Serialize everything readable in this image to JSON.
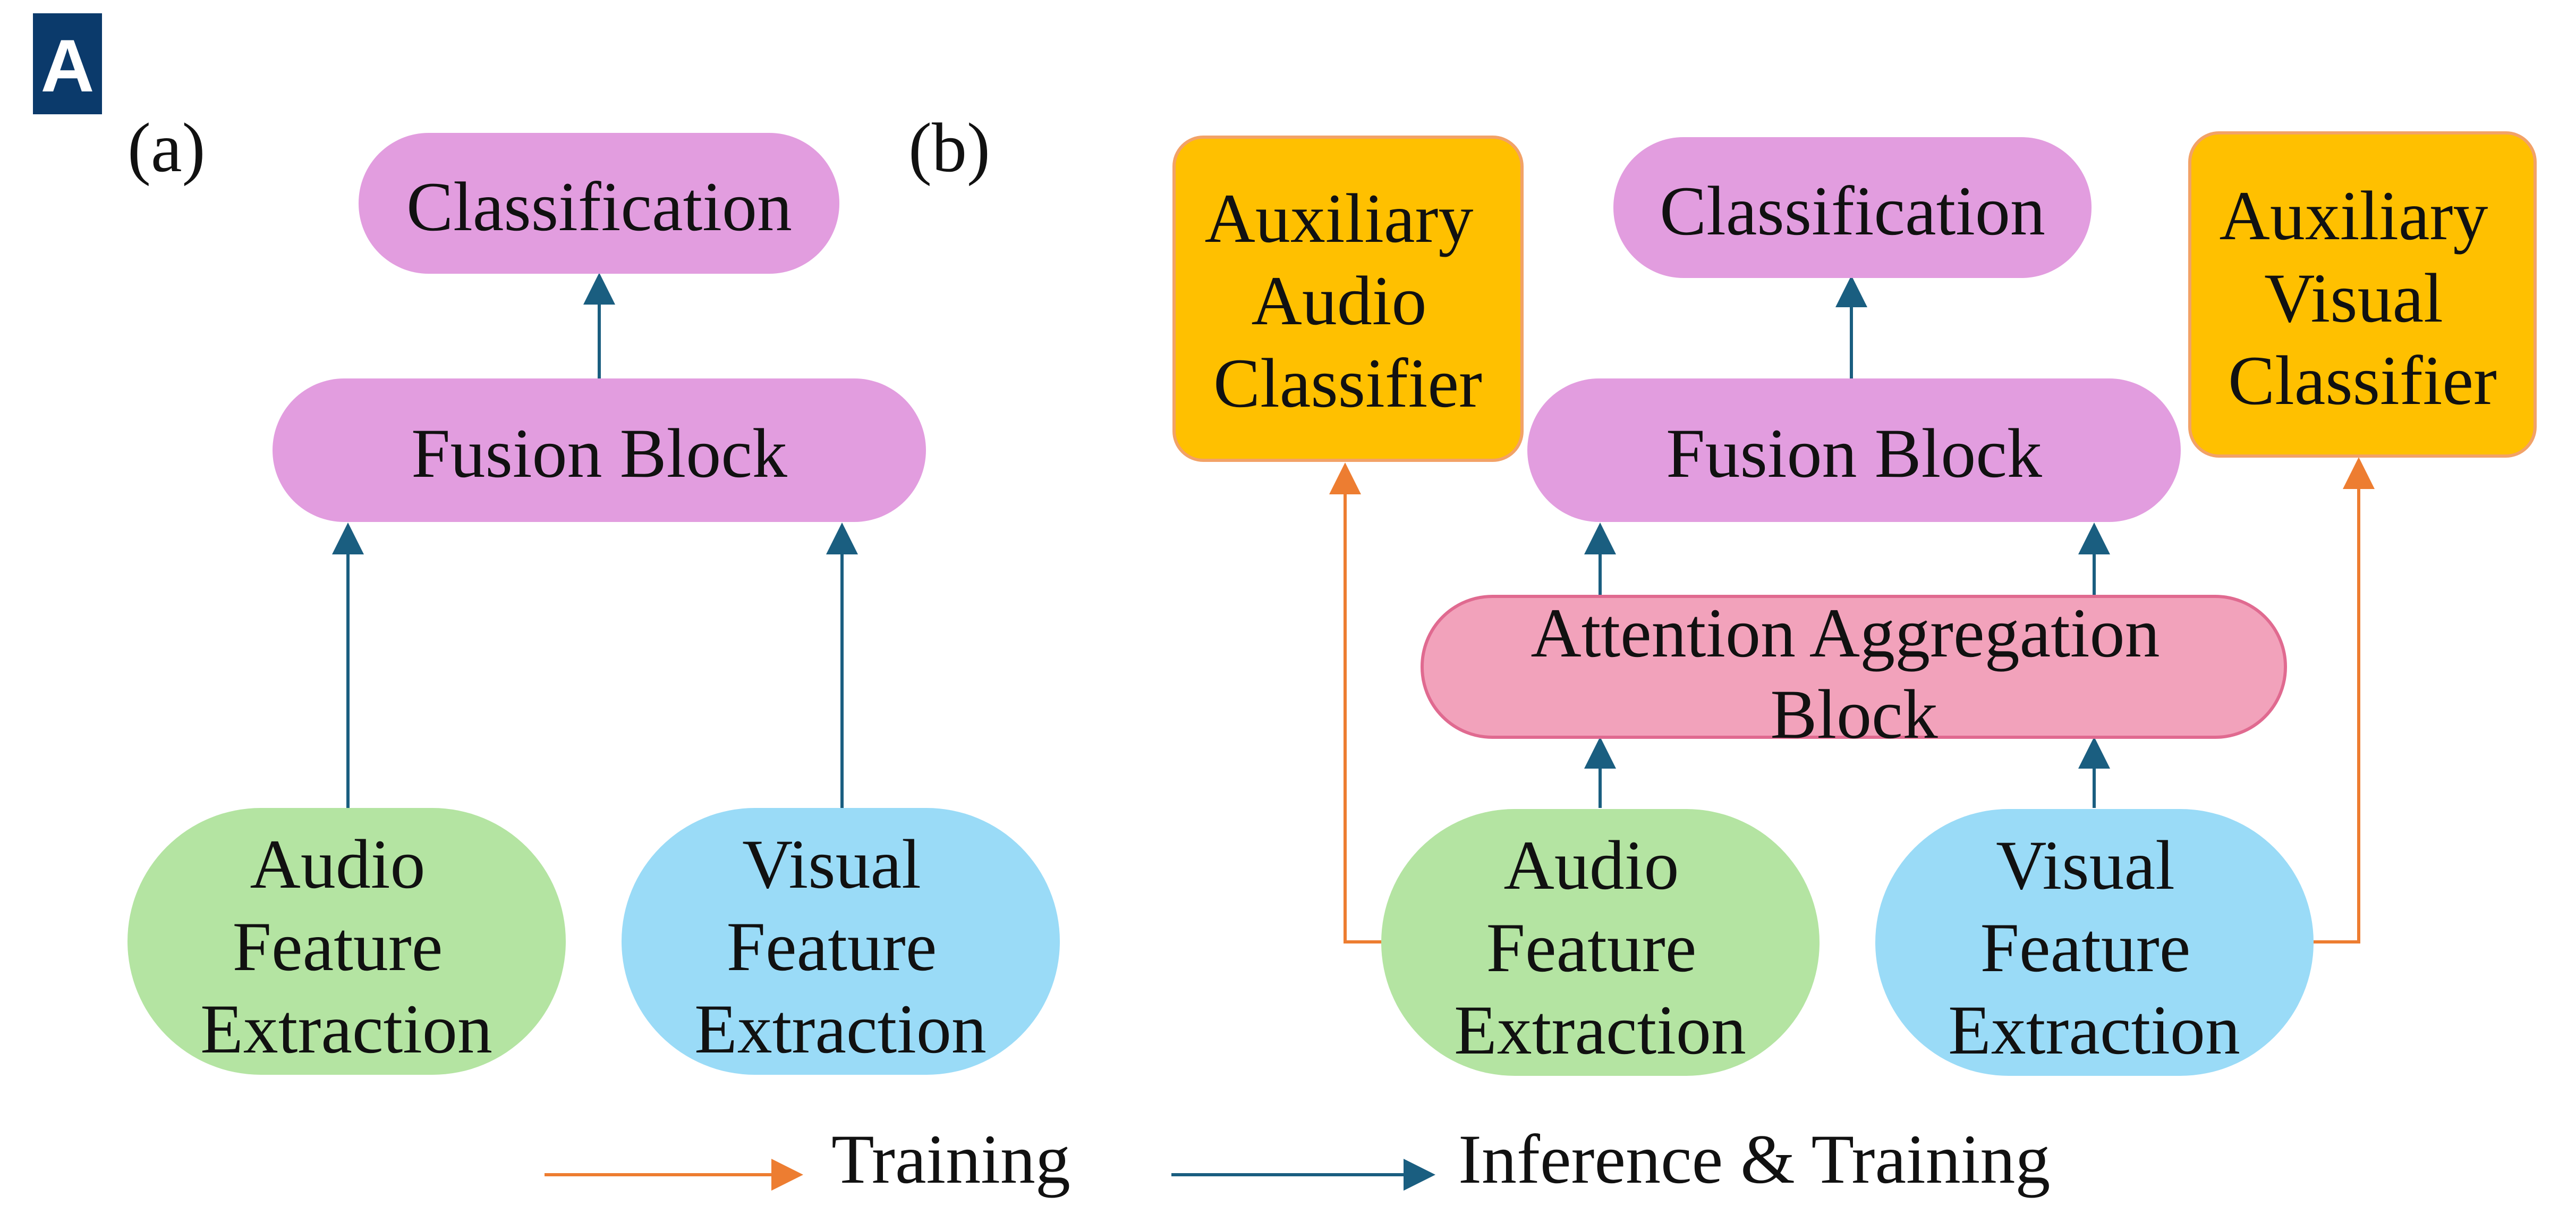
{
  "badge": {
    "letter": "A",
    "color": "#0b3a6b"
  },
  "colors": {
    "classification": "#e29ddf",
    "fusion": "#e29ddf",
    "attention": "#f2a2bb",
    "attention_border": "#e06a90",
    "audio": "#b4e4a2",
    "visual": "#9adbf7",
    "auxiliary": "#ffc000",
    "auxiliary_border": "#f2a267",
    "training_arrow": "#ed7d31",
    "inference_arrow": "#1a5e80"
  },
  "panel_a": {
    "label": "(a)",
    "classification": "Classification",
    "fusion": "Fusion Block",
    "audio": [
      "Audio",
      "Feature",
      "Extraction"
    ],
    "visual": [
      "Visual",
      "Feature",
      "Extraction"
    ]
  },
  "panel_b": {
    "label": "(b)",
    "aux_audio": [
      "Auxiliary",
      "Audio",
      "Classifier"
    ],
    "classification": "Classification",
    "aux_visual": [
      "Auxiliary",
      "Visual",
      "Classifier"
    ],
    "fusion": "Fusion Block",
    "attention": [
      "Attention Aggregation",
      "Block"
    ],
    "audio": [
      "Audio",
      "Feature",
      "Extraction"
    ],
    "visual": [
      "Visual",
      "Feature",
      "Extraction"
    ]
  },
  "legend": {
    "training": "Training",
    "inference": "Inference & Training"
  }
}
